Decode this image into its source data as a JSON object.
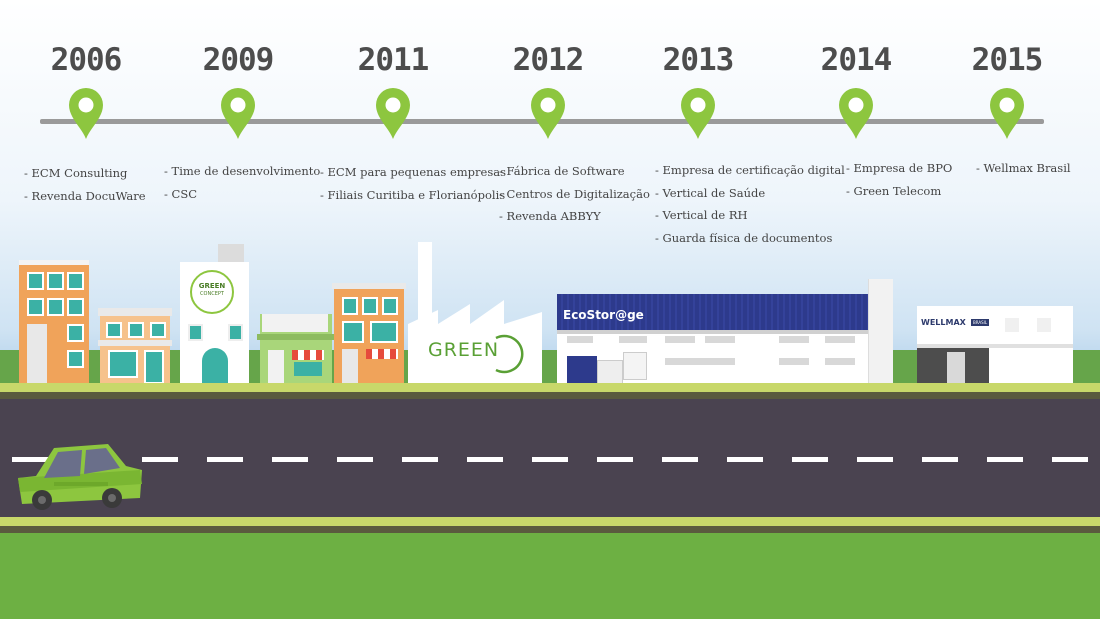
{
  "timeline": [
    {
      "year": "2006",
      "events": [
        "- ECM Consulting",
        "- Revenda DocuWare"
      ]
    },
    {
      "year": "2009",
      "events": [
        "- Time de desenvolvimento",
        "- CSC"
      ]
    },
    {
      "year": "2011",
      "events": [
        "- ECM para pequenas empresas",
        "- Filiais Curitiba e Florianópolis"
      ]
    },
    {
      "year": "2012",
      "events": [
        "- Fábrica de Software",
        "- Centros de Digitalização",
        "- Revenda ABBYY"
      ]
    },
    {
      "year": "2013",
      "events": [
        "- Empresa de certificação digital",
        "- Vertical de Saúde",
        "- Vertical de RH",
        "- Guarda física de documentos"
      ]
    },
    {
      "year": "2014",
      "events": [
        "- Empresa de BPO",
        "- Green Telecom"
      ]
    },
    {
      "year": "2015",
      "events": [
        "- Wellmax Brasil"
      ]
    }
  ],
  "logos": {
    "green_concept_top": "GREEN",
    "green_concept_bottom": "CONCEPT",
    "green_factory": "GREEN",
    "ecostorage": "EcoStor@ge",
    "wellmax": "WELLMAX",
    "wellmax_badge": "BRASIL"
  },
  "colors": {
    "pin": "#8dc63f",
    "building_orange": "#f0a35a",
    "storage_blue": "#2d3a8c",
    "car": "#8dc63f"
  }
}
